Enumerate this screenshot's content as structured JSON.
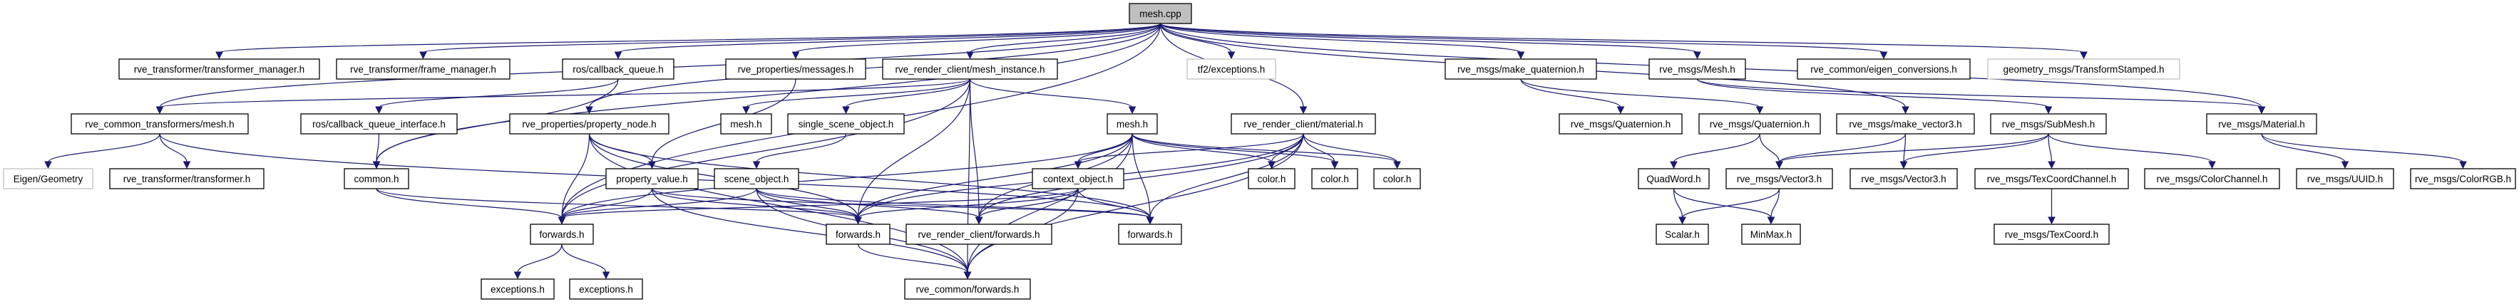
{
  "colors": {
    "edge": "#191970",
    "root_fill": "#bfbfbf",
    "node_border": "#000000",
    "external_border": "#bfbfbf"
  },
  "nodes": [
    {
      "id": "n0",
      "label": "mesh.cpp",
      "kind": "root"
    },
    {
      "id": "tm",
      "label": "rve_transformer/transformer_manager.h",
      "kind": "normal"
    },
    {
      "id": "fm",
      "label": "rve_transformer/frame_manager.h",
      "kind": "normal"
    },
    {
      "id": "cbq",
      "label": "ros/callback_queue.h",
      "kind": "normal"
    },
    {
      "id": "msgs",
      "label": "rve_properties/messages.h",
      "kind": "normal"
    },
    {
      "id": "mi",
      "label": "rve_render_client/mesh_instance.h",
      "kind": "normal"
    },
    {
      "id": "tf2",
      "label": "tf2/exceptions.h",
      "kind": "external"
    },
    {
      "id": "mq",
      "label": "rve_msgs/make_quaternion.h",
      "kind": "normal"
    },
    {
      "id": "rmesh",
      "label": "rve_msgs/Mesh.h",
      "kind": "normal"
    },
    {
      "id": "eig",
      "label": "rve_common/eigen_conversions.h",
      "kind": "normal"
    },
    {
      "id": "ts",
      "label": "geometry_msgs/TransformStamped.h",
      "kind": "external"
    },
    {
      "id": "rctm",
      "label": "rve_common_transformers/mesh.h",
      "kind": "normal"
    },
    {
      "id": "cbqi",
      "label": "ros/callback_queue_interface.h",
      "kind": "normal"
    },
    {
      "id": "pn",
      "label": "rve_properties/property_node.h",
      "kind": "normal"
    },
    {
      "id": "mesh1",
      "label": "mesh.h",
      "kind": "normal"
    },
    {
      "id": "sso",
      "label": "single_scene_object.h",
      "kind": "normal"
    },
    {
      "id": "mesh2",
      "label": "mesh.h",
      "kind": "normal"
    },
    {
      "id": "mat",
      "label": "rve_render_client/material.h",
      "kind": "normal"
    },
    {
      "id": "quat1",
      "label": "rve_msgs/Quaternion.h",
      "kind": "normal"
    },
    {
      "id": "quat2",
      "label": "rve_msgs/Quaternion.h",
      "kind": "normal"
    },
    {
      "id": "mv3",
      "label": "rve_msgs/make_vector3.h",
      "kind": "normal"
    },
    {
      "id": "submesh",
      "label": "rve_msgs/SubMesh.h",
      "kind": "normal"
    },
    {
      "id": "rmat",
      "label": "rve_msgs/Material.h",
      "kind": "normal"
    },
    {
      "id": "eigen",
      "label": "Eigen/Geometry",
      "kind": "external"
    },
    {
      "id": "trans",
      "label": "rve_transformer/transformer.h",
      "kind": "normal"
    },
    {
      "id": "common",
      "label": "common.h",
      "kind": "normal"
    },
    {
      "id": "pv",
      "label": "property_value.h",
      "kind": "normal"
    },
    {
      "id": "so",
      "label": "scene_object.h",
      "kind": "normal"
    },
    {
      "id": "ctx",
      "label": "context_object.h",
      "kind": "normal"
    },
    {
      "id": "color1",
      "label": "color.h",
      "kind": "normal"
    },
    {
      "id": "color2",
      "label": "color.h",
      "kind": "normal"
    },
    {
      "id": "color3",
      "label": "color.h",
      "kind": "normal"
    },
    {
      "id": "quadword",
      "label": "QuadWord.h",
      "kind": "normal"
    },
    {
      "id": "vec1",
      "label": "rve_msgs/Vector3.h",
      "kind": "normal"
    },
    {
      "id": "vec2",
      "label": "rve_msgs/Vector3.h",
      "kind": "normal"
    },
    {
      "id": "tcc",
      "label": "rve_msgs/TexCoordChannel.h",
      "kind": "normal"
    },
    {
      "id": "cc",
      "label": "rve_msgs/ColorChannel.h",
      "kind": "normal"
    },
    {
      "id": "uuid",
      "label": "rve_msgs/UUID.h",
      "kind": "normal"
    },
    {
      "id": "crgb",
      "label": "rve_msgs/ColorRGB.h",
      "kind": "normal"
    },
    {
      "id": "fw1",
      "label": "forwards.h",
      "kind": "normal"
    },
    {
      "id": "fw2",
      "label": "forwards.h",
      "kind": "normal"
    },
    {
      "id": "rcfw",
      "label": "rve_render_client/forwards.h",
      "kind": "normal"
    },
    {
      "id": "fw3",
      "label": "forwards.h",
      "kind": "normal"
    },
    {
      "id": "scalar",
      "label": "Scalar.h",
      "kind": "normal"
    },
    {
      "id": "minmax",
      "label": "MinMax.h",
      "kind": "normal"
    },
    {
      "id": "texcoord",
      "label": "rve_msgs/TexCoord.h",
      "kind": "normal"
    },
    {
      "id": "exc1",
      "label": "exceptions.h",
      "kind": "normal"
    },
    {
      "id": "exc2",
      "label": "exceptions.h",
      "kind": "normal"
    },
    {
      "id": "rcf",
      "label": "rve_common/forwards.h",
      "kind": "normal"
    }
  ],
  "edges": [
    [
      "n0",
      "tm"
    ],
    [
      "n0",
      "fm"
    ],
    [
      "n0",
      "cbq"
    ],
    [
      "n0",
      "rctm"
    ],
    [
      "n0",
      "pn"
    ],
    [
      "n0",
      "msgs"
    ],
    [
      "n0",
      "mi"
    ],
    [
      "n0",
      "tf2"
    ],
    [
      "n0",
      "mat"
    ],
    [
      "n0",
      "mq"
    ],
    [
      "n0",
      "rmesh"
    ],
    [
      "n0",
      "eig"
    ],
    [
      "n0",
      "ts"
    ],
    [
      "n0",
      "rmat"
    ],
    [
      "n0",
      "mv3"
    ],
    [
      "n0",
      "common"
    ],
    [
      "n0",
      "fw1"
    ],
    [
      "cbq",
      "cbqi"
    ],
    [
      "cbq",
      "common"
    ],
    [
      "cbqi",
      "common"
    ],
    [
      "rctm",
      "eigen"
    ],
    [
      "rctm",
      "trans"
    ],
    [
      "rctm",
      "fw3"
    ],
    [
      "common",
      "fw1"
    ],
    [
      "common",
      "fw2"
    ],
    [
      "pn",
      "rcf"
    ],
    [
      "pn",
      "fw1"
    ],
    [
      "pn",
      "pv"
    ],
    [
      "pn",
      "fw2"
    ],
    [
      "pn",
      "fw3"
    ],
    [
      "msgs",
      "pv"
    ],
    [
      "mi",
      "rctm"
    ],
    [
      "mi",
      "mesh1"
    ],
    [
      "mi",
      "sso"
    ],
    [
      "mi",
      "fw2"
    ],
    [
      "mi",
      "rcfw"
    ],
    [
      "mi",
      "mesh2"
    ],
    [
      "mi",
      "rcf"
    ],
    [
      "mi",
      "fw1"
    ],
    [
      "sso",
      "so"
    ],
    [
      "pv",
      "fw1"
    ],
    [
      "pv",
      "fw2"
    ],
    [
      "pv",
      "rcf"
    ],
    [
      "pv",
      "fw3"
    ],
    [
      "so",
      "fw1"
    ],
    [
      "so",
      "fw2"
    ],
    [
      "so",
      "rcfw"
    ],
    [
      "so",
      "rcf"
    ],
    [
      "so",
      "fw3"
    ],
    [
      "mesh2",
      "fw1"
    ],
    [
      "mesh2",
      "fw2"
    ],
    [
      "mesh2",
      "rcfw"
    ],
    [
      "mesh2",
      "ctx"
    ],
    [
      "mesh2",
      "fw3"
    ],
    [
      "mesh2",
      "color1"
    ],
    [
      "mesh2",
      "color2"
    ],
    [
      "mesh2",
      "color3"
    ],
    [
      "mesh2",
      "rcf"
    ],
    [
      "ctx",
      "fw1"
    ],
    [
      "ctx",
      "fw2"
    ],
    [
      "ctx",
      "rcfw"
    ],
    [
      "ctx",
      "fw3"
    ],
    [
      "ctx",
      "rcf"
    ],
    [
      "mat",
      "ctx"
    ],
    [
      "mat",
      "color1"
    ],
    [
      "mat",
      "color2"
    ],
    [
      "mat",
      "color3"
    ],
    [
      "mat",
      "fw2"
    ],
    [
      "mat",
      "rcfw"
    ],
    [
      "mat",
      "fw3"
    ],
    [
      "mat",
      "rcf"
    ],
    [
      "fw1",
      "exc1"
    ],
    [
      "fw1",
      "exc2"
    ],
    [
      "fw2",
      "rcf"
    ],
    [
      "mq",
      "quat1"
    ],
    [
      "mq",
      "quat2"
    ],
    [
      "mv3",
      "vec1"
    ],
    [
      "mv3",
      "vec2"
    ],
    [
      "rmesh",
      "submesh"
    ],
    [
      "rmesh",
      "rmat"
    ],
    [
      "submesh",
      "vec1"
    ],
    [
      "submesh",
      "vec2"
    ],
    [
      "submesh",
      "tcc"
    ],
    [
      "submesh",
      "cc"
    ],
    [
      "quat2",
      "quadword"
    ],
    [
      "quat2",
      "vec1"
    ],
    [
      "quadword",
      "scalar"
    ],
    [
      "quadword",
      "minmax"
    ],
    [
      "vec1",
      "scalar"
    ],
    [
      "vec1",
      "minmax"
    ],
    [
      "tcc",
      "texcoord"
    ],
    [
      "rmat",
      "uuid"
    ],
    [
      "rmat",
      "crgb"
    ]
  ]
}
